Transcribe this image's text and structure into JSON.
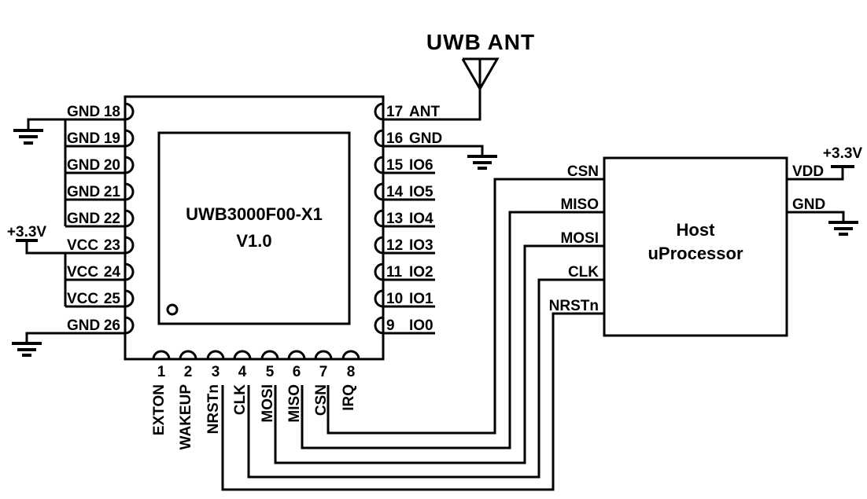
{
  "colors": {
    "line": "#000000",
    "background": "#ffffff"
  },
  "antenna": {
    "label": "UWB ANT"
  },
  "module": {
    "name": "UWB3000F00-X1",
    "version": "V1.0",
    "left_pins": [
      {
        "name": "GND",
        "num": "18"
      },
      {
        "name": "GND",
        "num": "19"
      },
      {
        "name": "GND",
        "num": "20"
      },
      {
        "name": "GND",
        "num": "21"
      },
      {
        "name": "GND",
        "num": "22"
      },
      {
        "name": "VCC",
        "num": "23"
      },
      {
        "name": "VCC",
        "num": "24"
      },
      {
        "name": "VCC",
        "num": "25"
      },
      {
        "name": "GND",
        "num": "26"
      }
    ],
    "right_pins": [
      {
        "num": "17",
        "name": "ANT"
      },
      {
        "num": "16",
        "name": "GND"
      },
      {
        "num": "15",
        "name": "IO6"
      },
      {
        "num": "14",
        "name": "IO5"
      },
      {
        "num": "13",
        "name": "IO4"
      },
      {
        "num": "12",
        "name": "IO3"
      },
      {
        "num": "11",
        "name": "IO2"
      },
      {
        "num": "10",
        "name": "IO1"
      },
      {
        "num": "9",
        "name": "IO0"
      }
    ],
    "bottom_pin_numbers": [
      "1",
      "2",
      "3",
      "4",
      "5",
      "6",
      "7",
      "8"
    ],
    "bottom_pin_names": [
      "EXTON",
      "WAKEUP",
      "NRSTn",
      "CLK",
      "MOSI",
      "MISO",
      "CSN",
      "IRQ"
    ]
  },
  "host": {
    "name_line1": "Host",
    "name_line2": "uProcessor",
    "left_pins": [
      "CSN",
      "MISO",
      "MOSI",
      "CLK",
      "NRSTn"
    ],
    "right_pins": [
      "VDD",
      "GND"
    ]
  },
  "power": {
    "rail_left": "+3.3V",
    "rail_right": "+3.3V"
  }
}
